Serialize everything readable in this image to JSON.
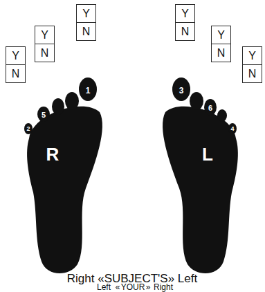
{
  "diagram": {
    "nodes": [
      {
        "text": [
          "Y"
        ]
      },
      {
        "text": [
          "N"
        ]
      },
      {
        "text": [
          "Y"
        ]
      },
      {
        "text": [
          "N"
        ]
      },
      {
        "text": [
          "Y"
        ]
      },
      {
        "text": [
          "N"
        ]
      },
      {
        "text": [
          "Y"
        ]
      },
      {
        "text": [
          "N"
        ]
      },
      {
        "text": [
          "Y"
        ]
      },
      {
        "text": [
          "N"
        ]
      },
      {
        "text": [
          "Y"
        ]
      },
      {
        "text": [
          "N"
        ]
      }
    ],
    "labels": [
      "2",
      "5",
      "1",
      "3",
      "6",
      "4",
      "R",
      "L",
      "Right «SUBJECT'S» Left",
      "Left",
      "«",
      "YOUR",
      "»",
      "Right"
    ]
  }
}
